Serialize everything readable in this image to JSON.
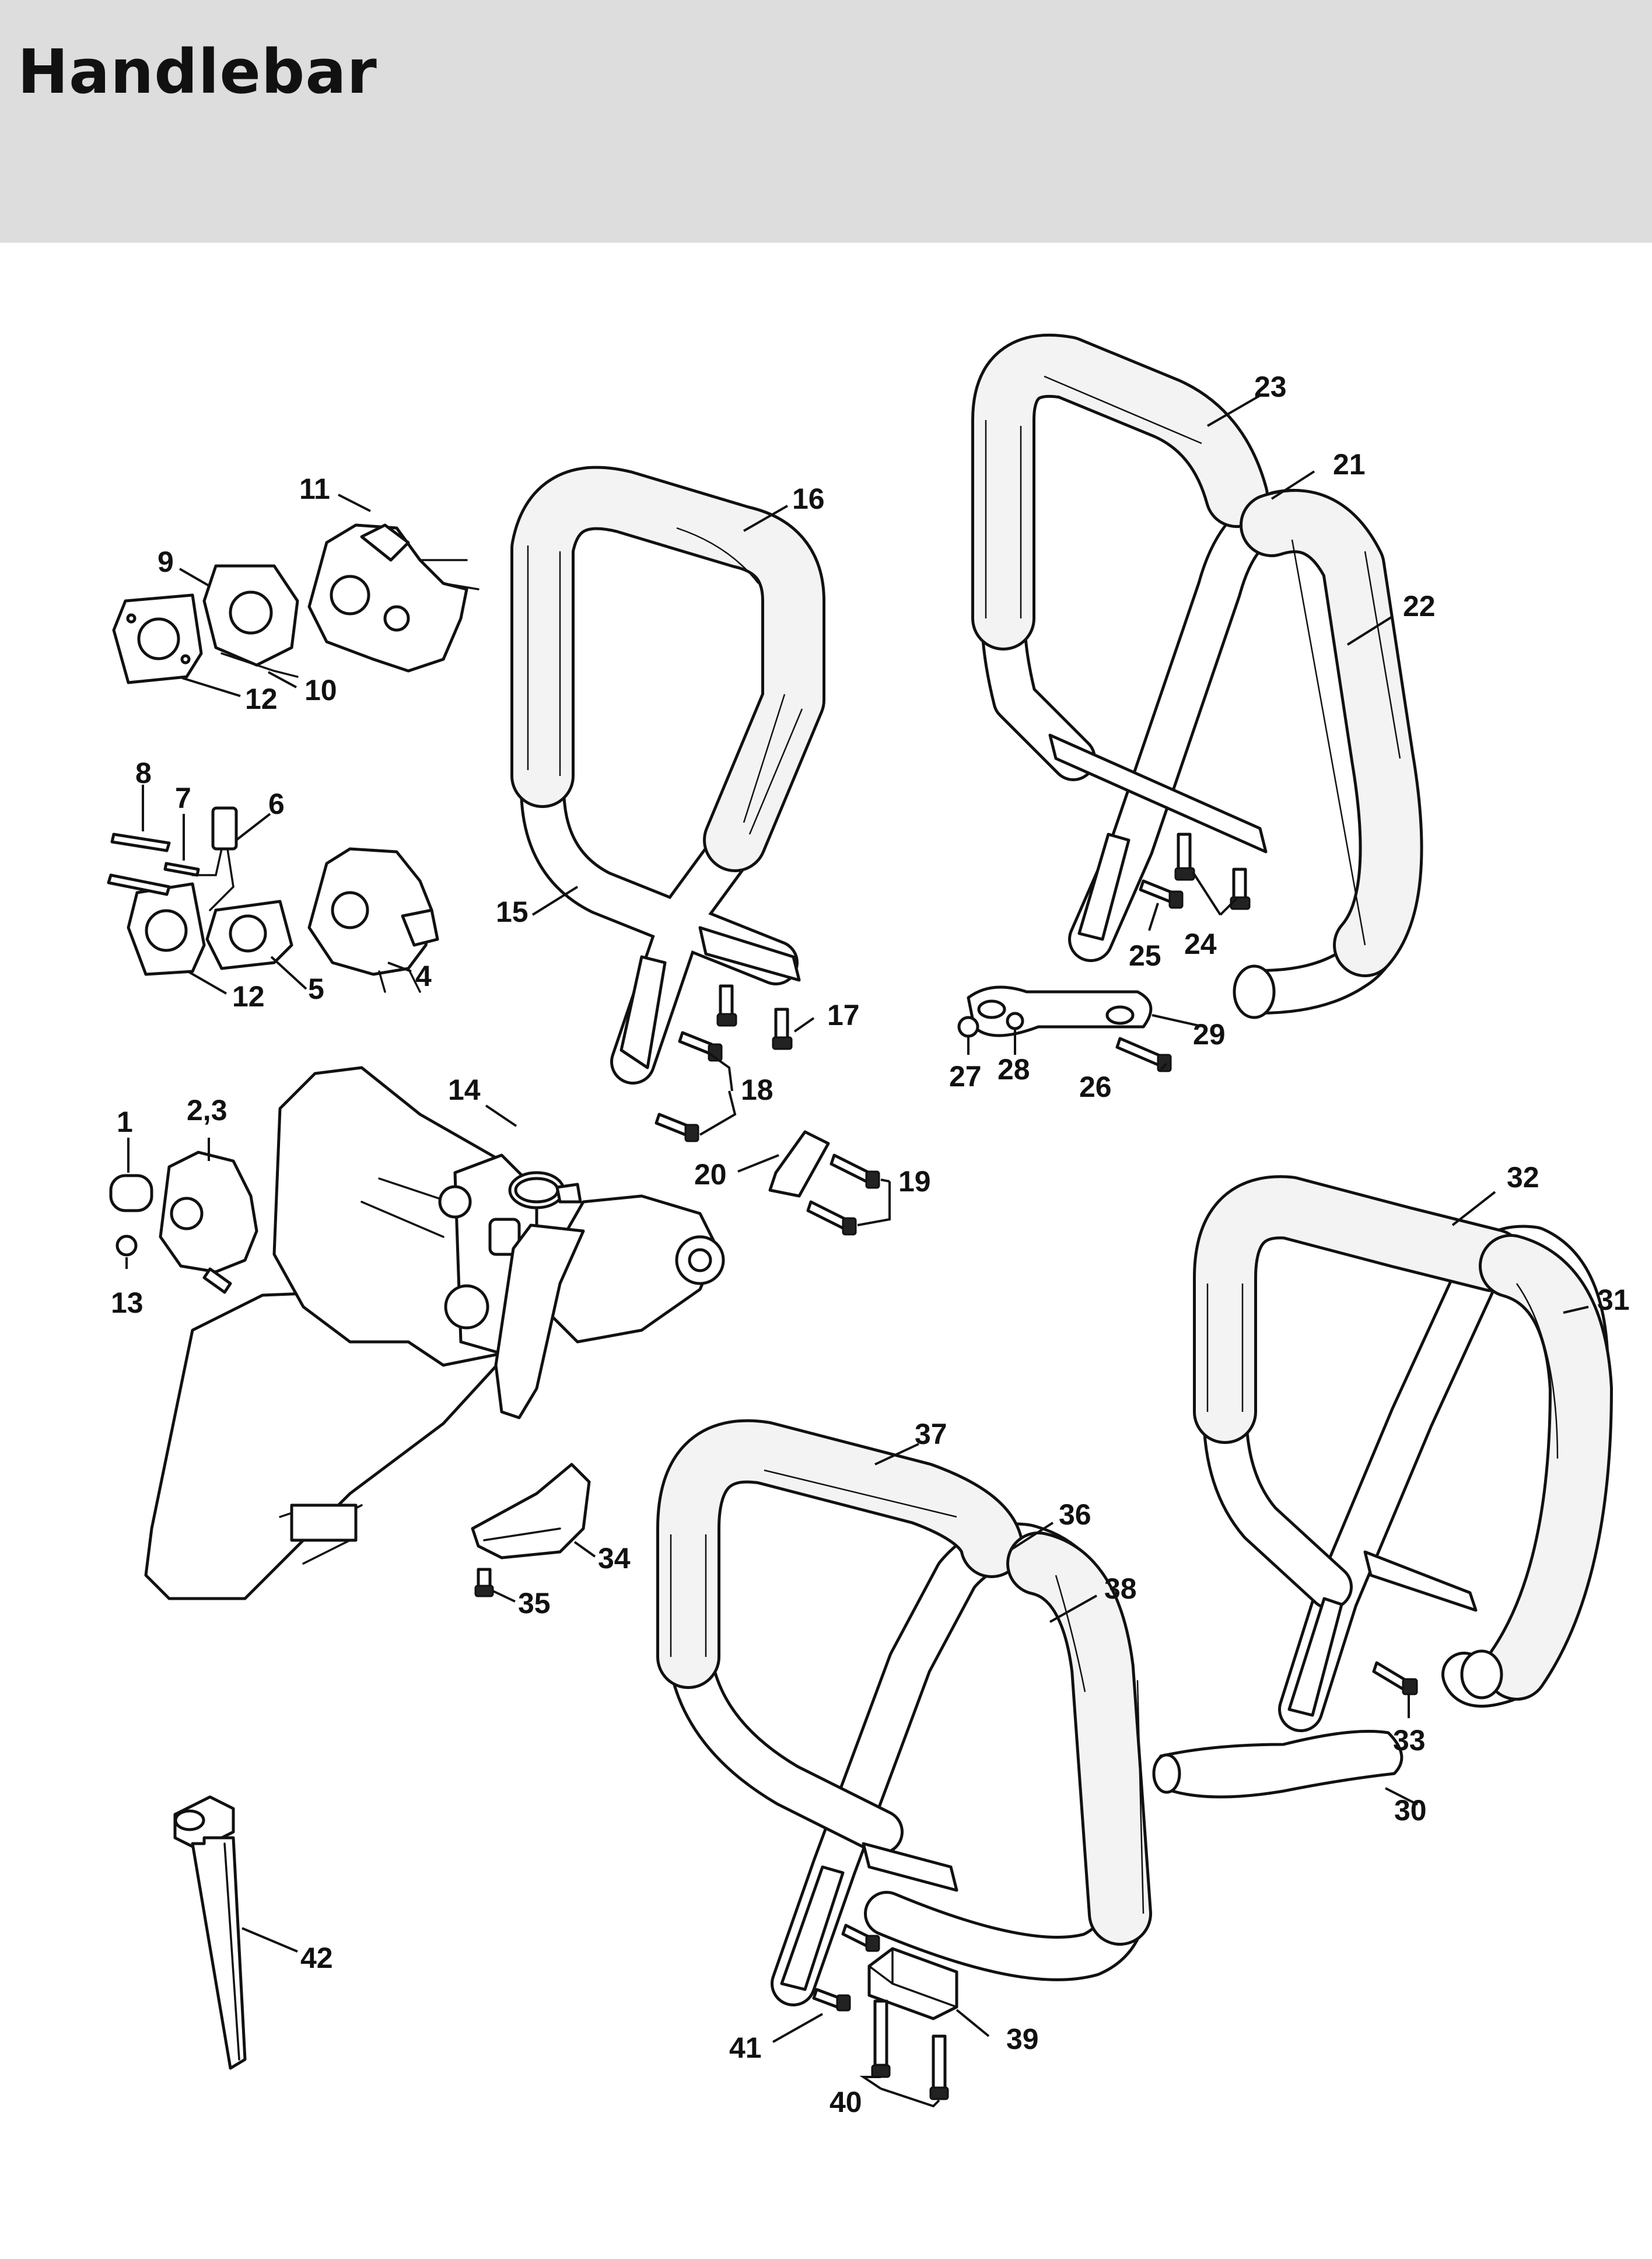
{
  "page": {
    "title": "Handlebar",
    "header_color": "#dcdddc"
  },
  "callouts": [
    {
      "id": "c1",
      "label": "1"
    },
    {
      "id": "c23",
      "label": "2,3"
    },
    {
      "id": "c4",
      "label": "4"
    },
    {
      "id": "c5",
      "label": "5"
    },
    {
      "id": "c6",
      "label": "6"
    },
    {
      "id": "c7",
      "label": "7"
    },
    {
      "id": "c8",
      "label": "8"
    },
    {
      "id": "c9",
      "label": "9"
    },
    {
      "id": "c10",
      "label": "10"
    },
    {
      "id": "c11",
      "label": "11"
    },
    {
      "id": "c12a",
      "label": "12"
    },
    {
      "id": "c12b",
      "label": "12"
    },
    {
      "id": "c13",
      "label": "13"
    },
    {
      "id": "c14",
      "label": "14"
    },
    {
      "id": "c15",
      "label": "15"
    },
    {
      "id": "c16",
      "label": "16"
    },
    {
      "id": "c17",
      "label": "17"
    },
    {
      "id": "c18",
      "label": "18"
    },
    {
      "id": "c19",
      "label": "19"
    },
    {
      "id": "c20",
      "label": "20"
    },
    {
      "id": "c21",
      "label": "21"
    },
    {
      "id": "c22",
      "label": "22"
    },
    {
      "id": "c23b",
      "label": "23"
    },
    {
      "id": "c24",
      "label": "24"
    },
    {
      "id": "c25",
      "label": "25"
    },
    {
      "id": "c26",
      "label": "26"
    },
    {
      "id": "c27",
      "label": "27"
    },
    {
      "id": "c28",
      "label": "28"
    },
    {
      "id": "c29",
      "label": "29"
    },
    {
      "id": "c30",
      "label": "30"
    },
    {
      "id": "c31",
      "label": "31"
    },
    {
      "id": "c32",
      "label": "32"
    },
    {
      "id": "c33",
      "label": "33"
    },
    {
      "id": "c34",
      "label": "34"
    },
    {
      "id": "c35",
      "label": "35"
    },
    {
      "id": "c36",
      "label": "36"
    },
    {
      "id": "c37",
      "label": "37"
    },
    {
      "id": "c38",
      "label": "38"
    },
    {
      "id": "c39",
      "label": "39"
    },
    {
      "id": "c40",
      "label": "40"
    },
    {
      "id": "c41",
      "label": "41"
    },
    {
      "id": "c42",
      "label": "42"
    }
  ]
}
